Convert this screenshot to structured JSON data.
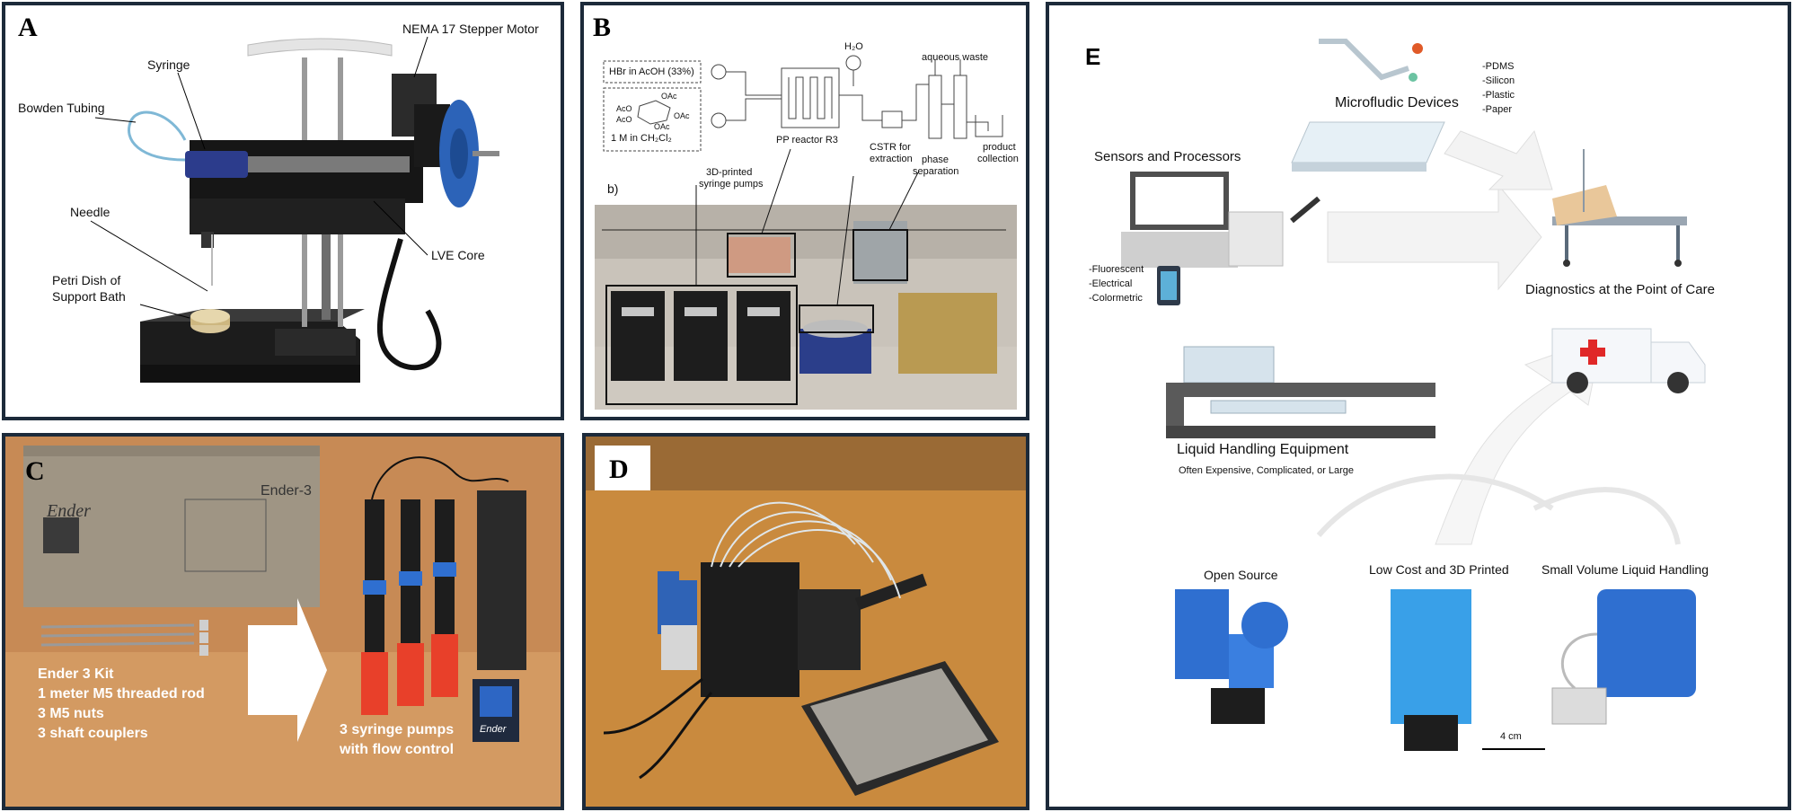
{
  "panels": {
    "A": {
      "label": "A",
      "annotations": [
        "NEMA 17 Stepper Motor",
        "Syringe",
        "Bowden Tubing",
        "Needle",
        "LVE Core",
        "Petri Dish of",
        "Support Bath"
      ]
    },
    "B": {
      "label": "B",
      "reagents": [
        "HBr in AcOH (33%)",
        "1 M in CH₂Cl₂"
      ],
      "sugar_groups": [
        "OAc",
        "AcO",
        "AcO",
        "OAc",
        "OAc"
      ],
      "water": "H₂O",
      "aqueous_waste": "aqueous waste",
      "reactor": "PP reactor R3",
      "cstr": [
        "CSTR for",
        "extraction"
      ],
      "phase": [
        "phase",
        "separation"
      ],
      "product": [
        "product",
        "collection"
      ],
      "pumps": [
        "3D-printed",
        "syringe pumps"
      ],
      "sublabel": "b)"
    },
    "C": {
      "label": "C",
      "box_text": [
        "Ender-3",
        "Ender"
      ],
      "kit_list": [
        "Ender 3 Kit",
        "1 meter M5 threaded rod",
        "3 M5 nuts",
        "3 shaft couplers"
      ],
      "result": [
        "3 syringe pumps",
        "with flow control"
      ],
      "screen_brand": "Ender"
    },
    "D": {
      "label": "D"
    },
    "E": {
      "label": "E",
      "microfluidic": "Microfludic Devices",
      "materials": [
        "-PDMS",
        "-Silicon",
        "-Plastic",
        "-Paper"
      ],
      "sensors": "Sensors and Processors",
      "sensor_types": [
        "-Fluorescent",
        "-Electrical",
        "-Colormetric"
      ],
      "diagnostics": "Diagnostics at the Point of Care",
      "liquid": "Liquid Handling Equipment",
      "liquid_sub": "Often Expensive, Complicated, or Large",
      "features": [
        "Open Source",
        "Low Cost and 3D Printed",
        "Small Volume Liquid Handling"
      ],
      "scale": "4 cm"
    }
  }
}
